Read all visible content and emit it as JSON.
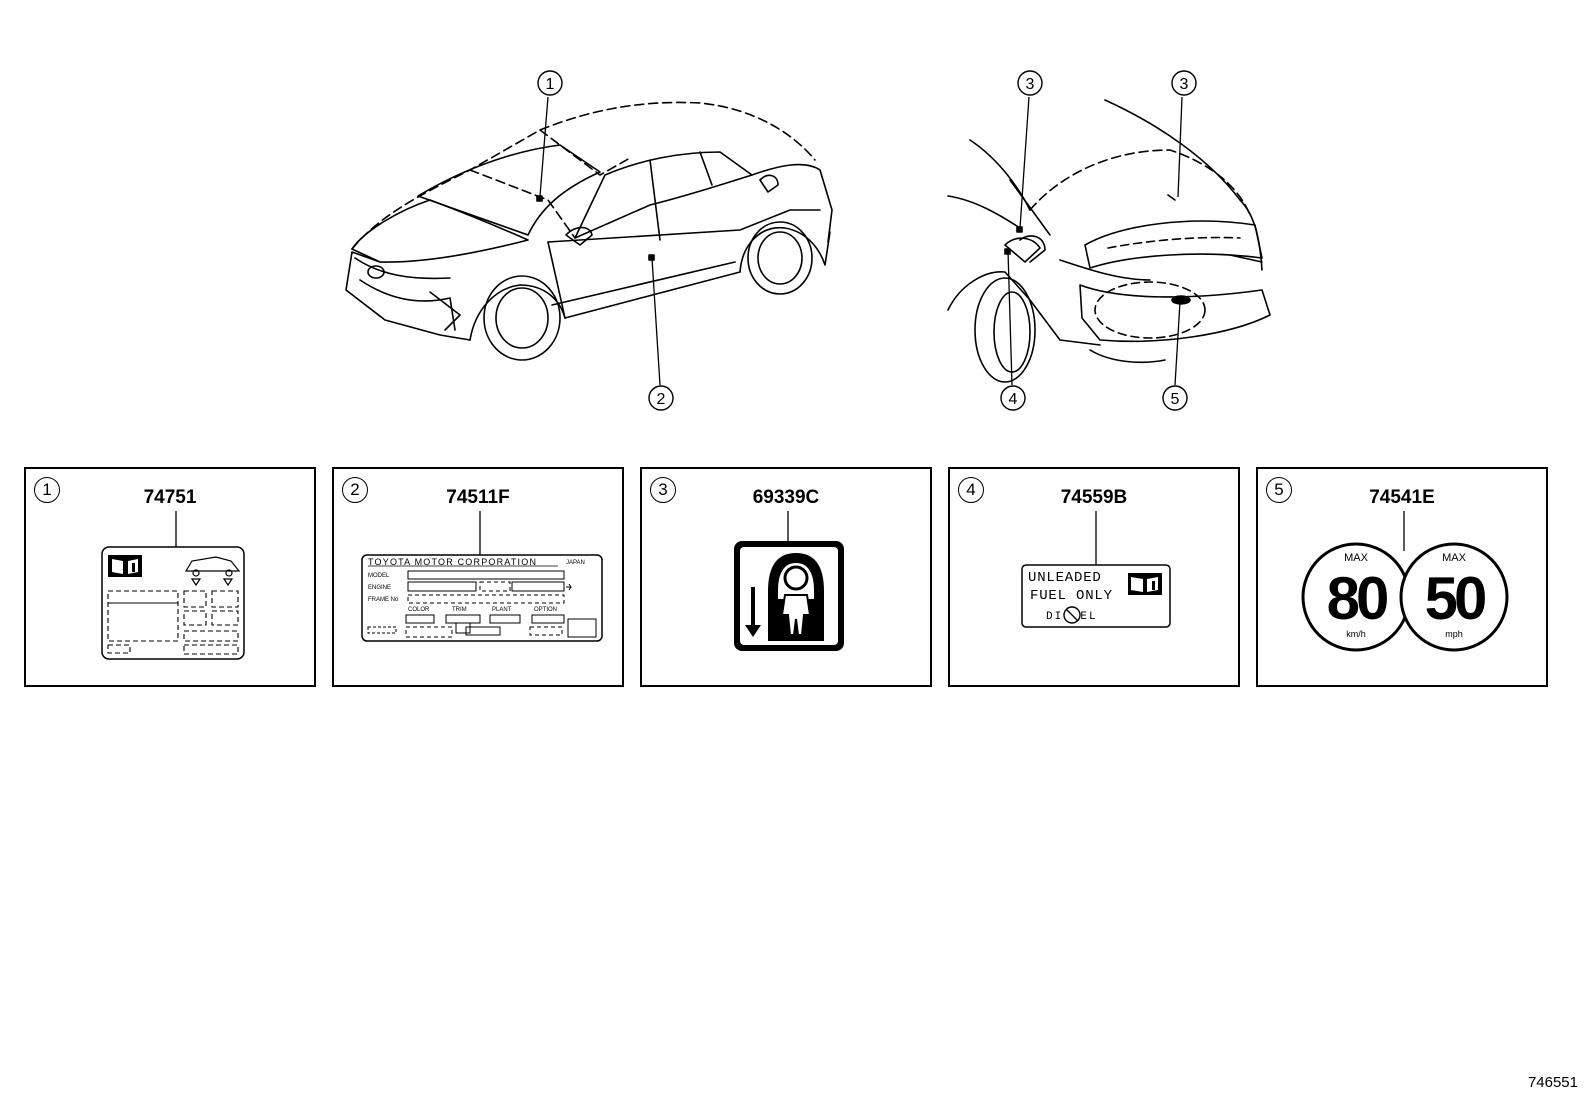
{
  "callouts": {
    "front_view": [
      "1",
      "2"
    ],
    "rear_view": [
      "3",
      "3",
      "4",
      "5"
    ]
  },
  "panels": [
    {
      "index": "1",
      "part_number": "74751"
    },
    {
      "index": "2",
      "part_number": "74511F",
      "label_text": {
        "maker": "TOYOTA MOTOR CORPORATION",
        "origin": "JAPAN",
        "rows": [
          "MODEL",
          "ENGINE",
          "FRAME No"
        ],
        "fields": [
          "COLOR",
          "TRIM",
          "PLANT",
          "OPTION"
        ]
      }
    },
    {
      "index": "3",
      "part_number": "69339C"
    },
    {
      "index": "4",
      "part_number": "74559B",
      "label_text": {
        "line1": "UNLEADED",
        "line2": "FUEL ONLY",
        "diesel": "DIESEL"
      }
    },
    {
      "index": "5",
      "part_number": "74541E",
      "signs": [
        {
          "top": "MAX",
          "value": "80",
          "unit": "km/h"
        },
        {
          "top": "MAX",
          "value": "50",
          "unit": "mph"
        }
      ]
    }
  ],
  "diagram_id": "746551",
  "icons": [
    "manual-book-icon",
    "vehicle-silhouette-icon",
    "child-lock-icon",
    "no-diesel-icon"
  ]
}
